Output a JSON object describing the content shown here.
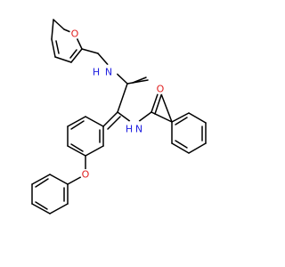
{
  "molecule": {
    "atom_labels": {
      "furan_oxygen": "O",
      "amide_nh_top": "N",
      "amide_nh_top_h": "H",
      "carbonyl_oxygen_right": "O",
      "amide_nh_mid": "N",
      "amide_nh_mid_h": "H",
      "benzoyl_oxygen": "O",
      "ether_oxygen": "O"
    },
    "colors": {
      "carbon_bond": "#000000",
      "nitrogen": "#2020e0",
      "oxygen": "#e02020"
    }
  }
}
